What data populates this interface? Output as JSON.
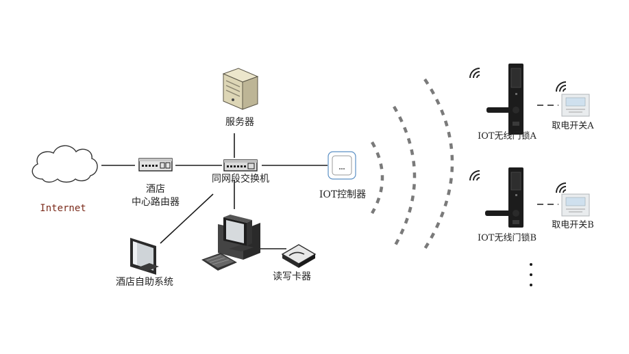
{
  "labels": {
    "server": "服务器",
    "switch": "同网段交换机",
    "router_line1": "酒店",
    "router_line2": "中心路由器",
    "internet": "Internet",
    "self_service": "酒店自助系统",
    "card_reader": "读写卡器",
    "iot_controller": "IOT控制器",
    "lock_a": "IOT无线门锁A",
    "lock_b": "IOT无线门锁B",
    "switch_a": "取电开关A",
    "switch_b": "取电开关B"
  },
  "colors": {
    "line": "#1a1a1a",
    "wave": "#7a7a7a",
    "internet_text": "#7a2a1a",
    "controller_border": "#5a8fc4",
    "lock_body": "#1c1c1c"
  }
}
